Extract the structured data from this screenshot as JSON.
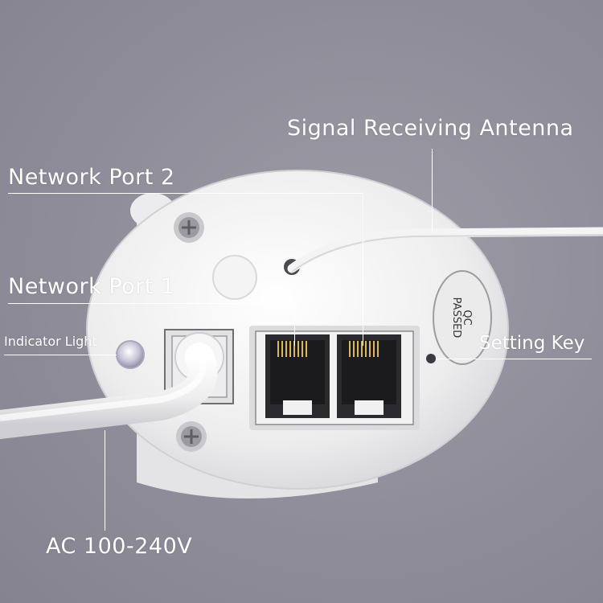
{
  "labels": {
    "antenna": "Signal Receiving Antenna",
    "network_port_2": "Network Port 2",
    "network_port_1": "Network Port 1",
    "indicator_light": "Indicator Light",
    "setting_key": "Setting Key",
    "ac_power": "AC 100-240V"
  },
  "sticker": {
    "line1": "QC",
    "line2": "PASSED"
  },
  "colors": {
    "background": "#8f8d99",
    "device": "#f0f0f1",
    "label_text": "#ffffff"
  }
}
